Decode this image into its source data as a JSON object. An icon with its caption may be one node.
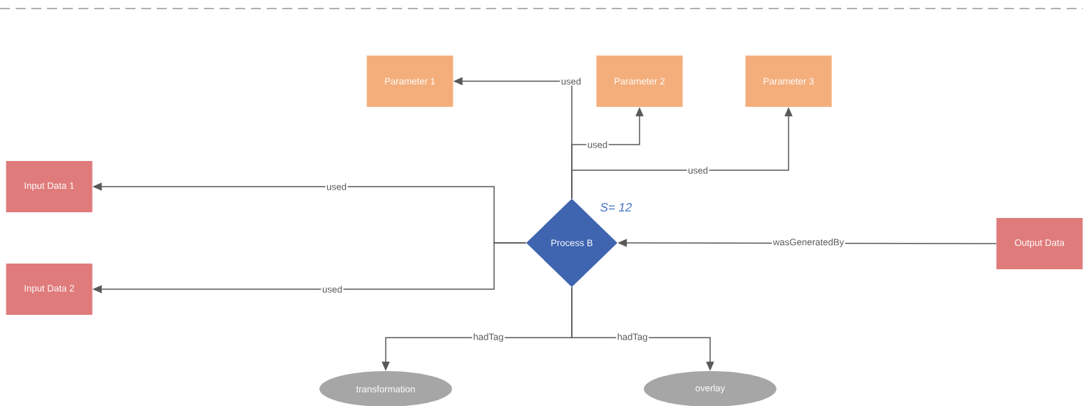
{
  "diagram": {
    "nodes": [
      {
        "text": [
          "Parameter 1"
        ]
      },
      {
        "text": [
          "Parameter 2"
        ]
      },
      {
        "text": [
          "Parameter 3"
        ]
      },
      {
        "text": [
          "Input Data 1"
        ]
      },
      {
        "text": [
          "Process B"
        ],
        "beside": [
          "S= 12"
        ]
      },
      {
        "text": [
          "Input Data 2"
        ]
      },
      {
        "text": [
          "Output Data"
        ]
      },
      {
        "text": [
          "transformation"
        ]
      },
      {
        "text": [
          "overlay"
        ]
      }
    ],
    "edges": [
      {
        "from": 4,
        "to": 0,
        "arrow": "to",
        "label": "used"
      },
      {
        "from": 4,
        "to": 1,
        "arrow": "to",
        "label": "used"
      },
      {
        "from": 4,
        "to": 2,
        "arrow": "to",
        "label": "used"
      },
      {
        "from": 4,
        "to": 3,
        "arrow": "to",
        "label": "used"
      },
      {
        "from": 4,
        "to": 5,
        "arrow": "to",
        "label": "used"
      },
      {
        "from": 6,
        "to": 4,
        "arrow": "to",
        "label": "wasGeneratedBy"
      },
      {
        "from": 4,
        "to": 7,
        "arrow": "to",
        "label": "hadTag"
      },
      {
        "from": 4,
        "to": 8,
        "arrow": "to",
        "label": "hadTag"
      }
    ]
  }
}
